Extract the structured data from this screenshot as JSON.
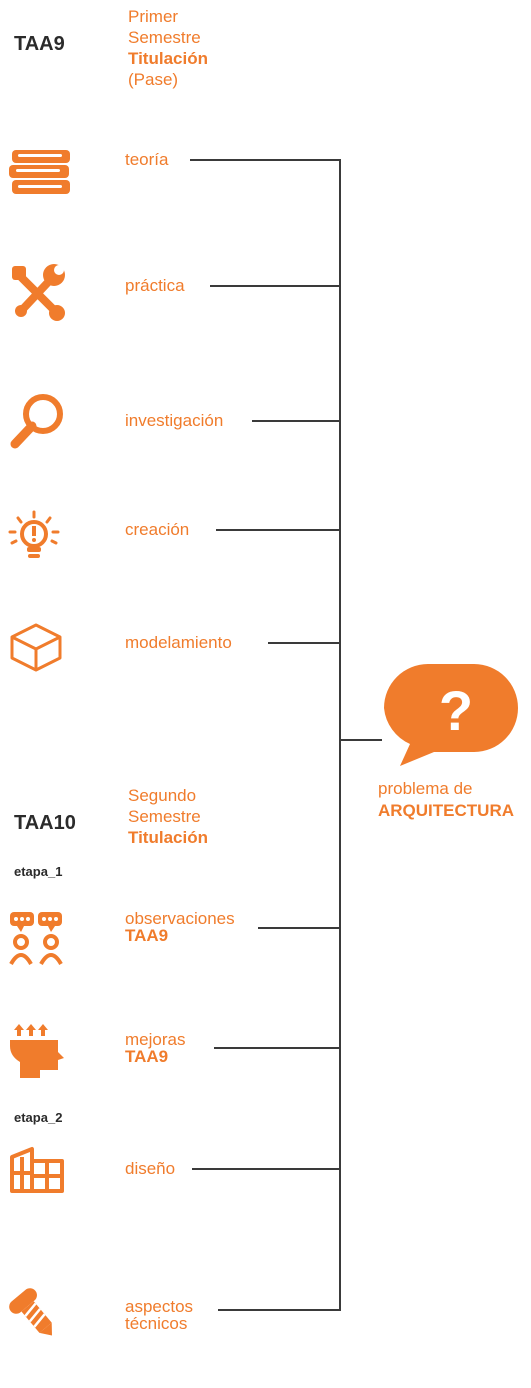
{
  "colors": {
    "accent": "#f07c2c",
    "text_dark": "#2b2b2b",
    "line": "#3a3a3a"
  },
  "section1": {
    "code": "TAA9",
    "title_lines": [
      "Primer",
      "Semestre",
      "Titulación",
      "(Pase)"
    ]
  },
  "items1": [
    {
      "icon": "books-icon",
      "label": "teoría"
    },
    {
      "icon": "tools-icon",
      "label": "práctica"
    },
    {
      "icon": "magnifier-icon",
      "label": "investigación"
    },
    {
      "icon": "lightbulb-icon",
      "label": "creación"
    },
    {
      "icon": "cube-icon",
      "label": "modelamiento"
    }
  ],
  "hub": {
    "icon": "question-bubble-icon",
    "label_line1": "problema de",
    "label_line2": "ARQUITECTURA"
  },
  "section2": {
    "code": "TAA10",
    "title_lines": [
      "Segundo",
      "Semestre",
      "Titulación"
    ],
    "etapa1": "etapa_1",
    "etapa2": "etapa_2"
  },
  "items2": [
    {
      "icon": "people-chat-icon",
      "label": "observaciones",
      "sub": "TAA9"
    },
    {
      "icon": "head-growth-icon",
      "label": "mejoras",
      "sub": "TAA9"
    },
    {
      "icon": "building-icon",
      "label": "diseño"
    },
    {
      "icon": "screw-icon",
      "label": "aspectos",
      "sub": "técnicos"
    }
  ]
}
